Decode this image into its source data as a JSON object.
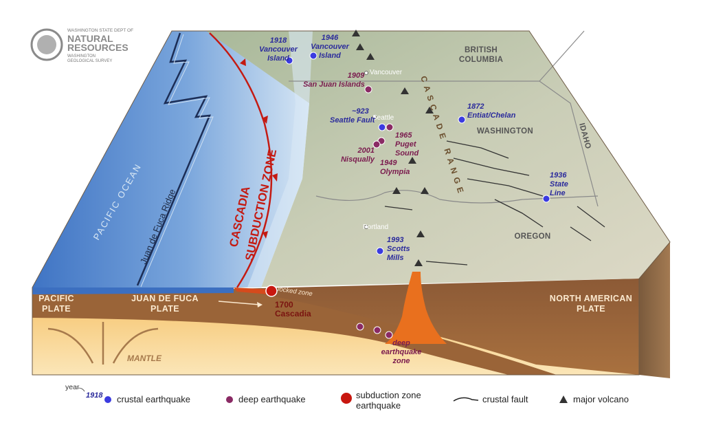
{
  "logo": {
    "line1": "WASHINGTON STATE DEPT OF",
    "line2": "NATURAL",
    "line3": "RESOURCES",
    "line4": "WASHINGTON",
    "line5": "GEOLOGICAL SURVEY"
  },
  "ocean": {
    "label": "PACIFIC OCEAN",
    "ridge_label": "Juan de Fuca Ridge"
  },
  "subduction": {
    "line1": "CASCADIA",
    "line2": "SUBDUCTION ZONE"
  },
  "regions": {
    "british_columbia_1": "BRITISH",
    "british_columbia_2": "COLUMBIA",
    "washington": "WASHINGTON",
    "idaho": "IDAHO",
    "oregon": "OREGON",
    "cascade_range": "CASCADE RANGE"
  },
  "cities": {
    "vancouver": "Vancouver",
    "seattle": "Seattle",
    "portland": "Portland"
  },
  "crustal_quakes": [
    {
      "year": "1918",
      "place": "Vancouver",
      "place2": "Island"
    },
    {
      "year": "1946",
      "place": "Vancouver",
      "place2": "Island"
    },
    {
      "year": "~923",
      "place": "Seattle Fault",
      "place2": ""
    },
    {
      "year": "1872",
      "place": "Entiat/Chelan",
      "place2": ""
    },
    {
      "year": "1936",
      "place": "State",
      "place2": "Line"
    },
    {
      "year": "1993",
      "place": "Scotts",
      "place2": "Mills"
    }
  ],
  "deep_quakes": [
    {
      "year": "1909",
      "place": "San Juan Islands",
      "place2": ""
    },
    {
      "year": "1965",
      "place": "Puget",
      "place2": "Sound"
    },
    {
      "year": "2001",
      "place": "Nisqually",
      "place2": ""
    },
    {
      "year": "1949",
      "place": "Olympia",
      "place2": ""
    }
  ],
  "cross_section": {
    "pacific_plate_1": "PACIFIC",
    "pacific_plate_2": "PLATE",
    "jdf_plate_1": "JUAN DE FUCA",
    "jdf_plate_2": "PLATE",
    "na_plate_1": "NORTH AMERICAN",
    "na_plate_2": "PLATE",
    "mantle": "MANTLE",
    "locked_zone": "locked zone",
    "cascadia_year": "1700",
    "cascadia_name": "Cascadia",
    "deep_zone_1": "deep",
    "deep_zone_2": "earthquake",
    "deep_zone_3": "zone"
  },
  "legend": {
    "year_note": "year",
    "year_example": "1918",
    "crustal": "crustal earthquake",
    "deep": "deep earthquake",
    "subduction_1": "subduction zone",
    "subduction_2": "earthquake",
    "fault": "crustal fault",
    "volcano": "major volcano"
  },
  "colors": {
    "crustal": "#3b3be0",
    "deep": "#8a2a64",
    "subduction": "#c8170f",
    "trench": "#c41a12",
    "ocean": "#5a8ed0"
  }
}
